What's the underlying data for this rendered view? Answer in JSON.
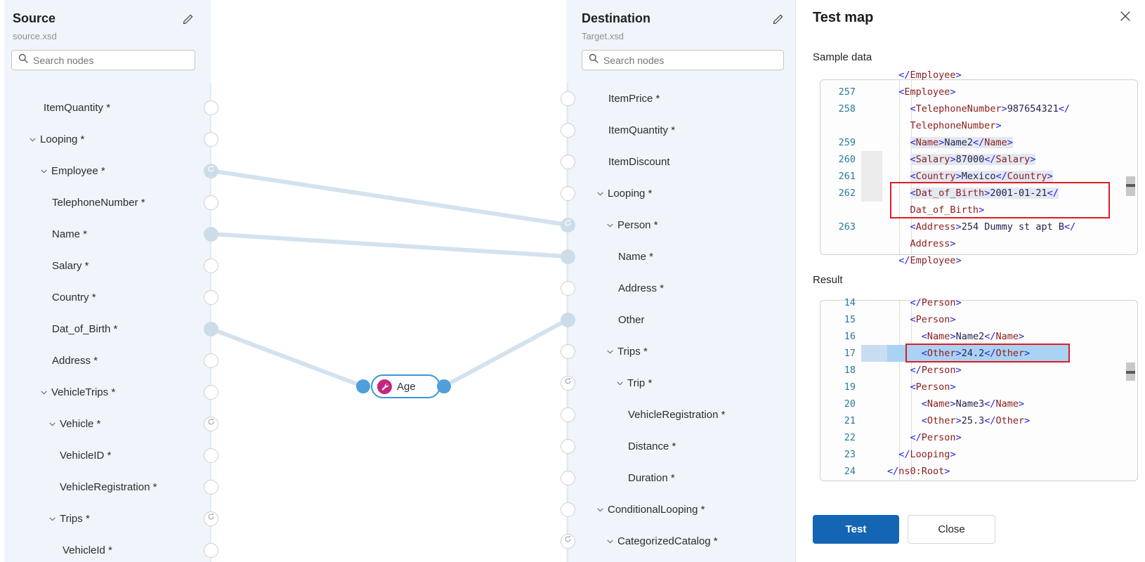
{
  "source_panel": {
    "title": "Source",
    "file": "source.xsd",
    "search_placeholder": "Search nodes",
    "nodes": [
      {
        "label": "ItemQuantity *",
        "indent": 56,
        "chevron": false,
        "handle": "empty"
      },
      {
        "label": "Looping *",
        "indent": 34,
        "chevron": true,
        "handle": "empty"
      },
      {
        "label": "Employee *",
        "indent": 50,
        "chevron": true,
        "handle": "loop-filled"
      },
      {
        "label": "TelephoneNumber *",
        "indent": 68,
        "chevron": false,
        "handle": "empty"
      },
      {
        "label": "Name *",
        "indent": 68,
        "chevron": false,
        "handle": "filled"
      },
      {
        "label": "Salary *",
        "indent": 68,
        "chevron": false,
        "handle": "empty"
      },
      {
        "label": "Country *",
        "indent": 68,
        "chevron": false,
        "handle": "empty"
      },
      {
        "label": "Dat_of_Birth *",
        "indent": 68,
        "chevron": false,
        "handle": "filled"
      },
      {
        "label": "Address *",
        "indent": 68,
        "chevron": false,
        "handle": "empty"
      },
      {
        "label": "VehicleTrips *",
        "indent": 50,
        "chevron": true,
        "handle": "empty"
      },
      {
        "label": "Vehicle *",
        "indent": 62,
        "chevron": true,
        "handle": "loop-outline"
      },
      {
        "label": "VehicleID *",
        "indent": 79,
        "chevron": false,
        "handle": "empty"
      },
      {
        "label": "VehicleRegistration *",
        "indent": 79,
        "chevron": false,
        "handle": "empty"
      },
      {
        "label": "Trips *",
        "indent": 62,
        "chevron": true,
        "handle": "loop-outline"
      },
      {
        "label": "VehicleId *",
        "indent": 83,
        "chevron": false,
        "handle": "empty"
      }
    ]
  },
  "destination_panel": {
    "title": "Destination",
    "file": "Target.xsd",
    "search_placeholder": "Search nodes",
    "nodes": [
      {
        "label": "ItemPrice *",
        "indent": 60,
        "chevron": false,
        "handle": "empty"
      },
      {
        "label": "ItemQuantity *",
        "indent": 60,
        "chevron": false,
        "handle": "empty"
      },
      {
        "label": "ItemDiscount",
        "indent": 60,
        "chevron": false,
        "handle": "empty"
      },
      {
        "label": "Looping *",
        "indent": 42,
        "chevron": true,
        "handle": "empty"
      },
      {
        "label": "Person *",
        "indent": 56,
        "chevron": true,
        "handle": "loop-filled"
      },
      {
        "label": "Name *",
        "indent": 74,
        "chevron": false,
        "handle": "filled"
      },
      {
        "label": "Address *",
        "indent": 74,
        "chevron": false,
        "handle": "empty"
      },
      {
        "label": "Other",
        "indent": 74,
        "chevron": false,
        "handle": "filled"
      },
      {
        "label": "Trips *",
        "indent": 56,
        "chevron": true,
        "handle": "empty"
      },
      {
        "label": "Trip *",
        "indent": 70,
        "chevron": true,
        "handle": "loop-outline"
      },
      {
        "label": "VehicleRegistration *",
        "indent": 88,
        "chevron": false,
        "handle": "empty"
      },
      {
        "label": "Distance *",
        "indent": 88,
        "chevron": false,
        "handle": "empty"
      },
      {
        "label": "Duration *",
        "indent": 88,
        "chevron": false,
        "handle": "empty"
      },
      {
        "label": "ConditionalLooping *",
        "indent": 42,
        "chevron": true,
        "handle": "empty"
      },
      {
        "label": "CategorizedCatalog *",
        "indent": 56,
        "chevron": true,
        "handle": "loop-outline"
      }
    ]
  },
  "canvas": {
    "function_node": {
      "label": "Age",
      "icon": "wrench-icon"
    },
    "edges": [
      {
        "from": "Employee *",
        "to": "Person *"
      },
      {
        "from": "Name *",
        "to": "Name *"
      },
      {
        "from": "Dat_of_Birth *",
        "to": "@fn"
      },
      {
        "from": "@fn",
        "to": "Other"
      }
    ]
  },
  "test_panel": {
    "title": "Test map",
    "sample_label": "Sample data",
    "result_label": "Result",
    "buttons": {
      "test": "Test",
      "close": "Close"
    },
    "sample_editor": {
      "lines": [
        {
          "num": "",
          "lead": "  ",
          "parts": [
            [
              "</",
              "b"
            ],
            [
              "Employee",
              "t"
            ],
            [
              ">",
              "b"
            ]
          ]
        },
        {
          "num": "257",
          "lead": "  ",
          "parts": [
            [
              "<",
              "b"
            ],
            [
              "Employee",
              "t"
            ],
            [
              ">",
              "b"
            ]
          ]
        },
        {
          "num": "258",
          "lead": "    ",
          "parts": [
            [
              "<",
              "b"
            ],
            [
              "TelephoneNumber",
              "t"
            ],
            [
              ">",
              "b"
            ],
            [
              "987654321",
              "c"
            ],
            [
              "</",
              "b"
            ]
          ]
        },
        {
          "num": "",
          "lead": "    ",
          "parts": [
            [
              "TelephoneNumber",
              "t"
            ],
            [
              ">",
              "b"
            ]
          ]
        },
        {
          "num": "259",
          "lead": "    ",
          "hl": true,
          "parts": [
            [
              "<",
              "b"
            ],
            [
              "Name",
              "t"
            ],
            [
              ">",
              "b"
            ],
            [
              "Name2",
              "c"
            ],
            [
              "</",
              "b"
            ],
            [
              "Name",
              "t"
            ],
            [
              ">",
              "b"
            ]
          ]
        },
        {
          "num": "260",
          "lead": "    ",
          "hl": true,
          "gut": true,
          "parts": [
            [
              "<",
              "b"
            ],
            [
              "Salary",
              "t"
            ],
            [
              ">",
              "b"
            ],
            [
              "87000",
              "c"
            ],
            [
              "</",
              "b"
            ],
            [
              "Salary",
              "t"
            ],
            [
              ">",
              "b"
            ]
          ]
        },
        {
          "num": "261",
          "lead": "    ",
          "hl": true,
          "gut": true,
          "parts": [
            [
              "<",
              "b"
            ],
            [
              "Country",
              "t"
            ],
            [
              ">",
              "b"
            ],
            [
              "Mexico",
              "c"
            ],
            [
              "</",
              "b"
            ],
            [
              "Country",
              "t"
            ],
            [
              ">",
              "b"
            ]
          ]
        },
        {
          "num": "262",
          "lead": "    ",
          "hl": true,
          "gut": true,
          "redbox": [
            99,
            -4,
            313,
            52
          ],
          "parts": [
            [
              "<",
              "b"
            ],
            [
              "Dat_of_Birth",
              "t"
            ],
            [
              ">",
              "b"
            ],
            [
              "2001-01-21",
              "c"
            ],
            [
              "</",
              "b"
            ]
          ]
        },
        {
          "num": "",
          "lead": "    ",
          "parts": [
            [
              "Dat_of_Birth",
              "t"
            ],
            [
              ">",
              "b"
            ]
          ]
        },
        {
          "num": "263",
          "lead": "    ",
          "parts": [
            [
              "<",
              "b"
            ],
            [
              "Address",
              "t"
            ],
            [
              ">",
              "b"
            ],
            [
              "254 Dummy st apt B",
              "c"
            ],
            [
              "</",
              "b"
            ]
          ]
        },
        {
          "num": "",
          "lead": "    ",
          "parts": [
            [
              "Address",
              "t"
            ],
            [
              ">",
              "b"
            ]
          ]
        },
        {
          "num": "",
          "lead": "  ",
          "parts": [
            [
              "</",
              "b"
            ],
            [
              "Employee",
              "t"
            ],
            [
              ">",
              "b"
            ]
          ]
        }
      ]
    },
    "result_editor": {
      "lines": [
        {
          "num": "14",
          "lead": "    ",
          "parts": [
            [
              "</",
              "b"
            ],
            [
              "Person",
              "t"
            ],
            [
              ">",
              "b"
            ]
          ]
        },
        {
          "num": "15",
          "lead": "    ",
          "parts": [
            [
              "<",
              "b"
            ],
            [
              "Person",
              "t"
            ],
            [
              ">",
              "b"
            ]
          ]
        },
        {
          "num": "16",
          "lead": "      ",
          "parts": [
            [
              "<",
              "b"
            ],
            [
              "Name",
              "t"
            ],
            [
              ">",
              "b"
            ],
            [
              "Name2",
              "c"
            ],
            [
              "</",
              "b"
            ],
            [
              "Name",
              "t"
            ],
            [
              ">",
              "b"
            ]
          ]
        },
        {
          "num": "17",
          "lead": "      ",
          "sel": true,
          "redbox": [
            121,
            -2,
            234,
            27
          ],
          "parts": [
            [
              "<",
              "b"
            ],
            [
              "Other",
              "t"
            ],
            [
              ">",
              "b"
            ],
            [
              "24.2",
              "c"
            ],
            [
              "</",
              "b"
            ],
            [
              "Other",
              "t"
            ],
            [
              ">",
              "b"
            ]
          ]
        },
        {
          "num": "18",
          "lead": "    ",
          "parts": [
            [
              "</",
              "b"
            ],
            [
              "Person",
              "t"
            ],
            [
              ">",
              "b"
            ]
          ]
        },
        {
          "num": "19",
          "lead": "    ",
          "parts": [
            [
              "<",
              "b"
            ],
            [
              "Person",
              "t"
            ],
            [
              ">",
              "b"
            ]
          ]
        },
        {
          "num": "20",
          "lead": "      ",
          "parts": [
            [
              "<",
              "b"
            ],
            [
              "Name",
              "t"
            ],
            [
              ">",
              "b"
            ],
            [
              "Name3",
              "c"
            ],
            [
              "</",
              "b"
            ],
            [
              "Name",
              "t"
            ],
            [
              ">",
              "b"
            ]
          ]
        },
        {
          "num": "21",
          "lead": "      ",
          "parts": [
            [
              "<",
              "b"
            ],
            [
              "Other",
              "t"
            ],
            [
              ">",
              "b"
            ],
            [
              "25.3",
              "c"
            ],
            [
              "</",
              "b"
            ],
            [
              "Other",
              "t"
            ],
            [
              ">",
              "b"
            ]
          ]
        },
        {
          "num": "22",
          "lead": "    ",
          "parts": [
            [
              "</",
              "b"
            ],
            [
              "Person",
              "t"
            ],
            [
              ">",
              "b"
            ]
          ]
        },
        {
          "num": "23",
          "lead": "  ",
          "parts": [
            [
              "</",
              "b"
            ],
            [
              "Looping",
              "t"
            ],
            [
              ">",
              "b"
            ]
          ]
        },
        {
          "num": "24",
          "lead": "",
          "parts": [
            [
              "</",
              "b"
            ],
            [
              "ns0:Root",
              "t"
            ],
            [
              ">",
              "b"
            ]
          ]
        }
      ]
    }
  },
  "colors": {
    "accent_blue": "#1465b4",
    "edge": "#d3e2ee",
    "connector_line": "#dadfe4",
    "handle_fill": "#ccdde9",
    "node_border": "#3c95d6",
    "function_icon_bg": "#c5267d",
    "red_annotation": "#e01b24",
    "selection_blue": "#a9d2f3",
    "line_highlight": "#e3e8f1",
    "panel_bg": "#eff5fa"
  }
}
